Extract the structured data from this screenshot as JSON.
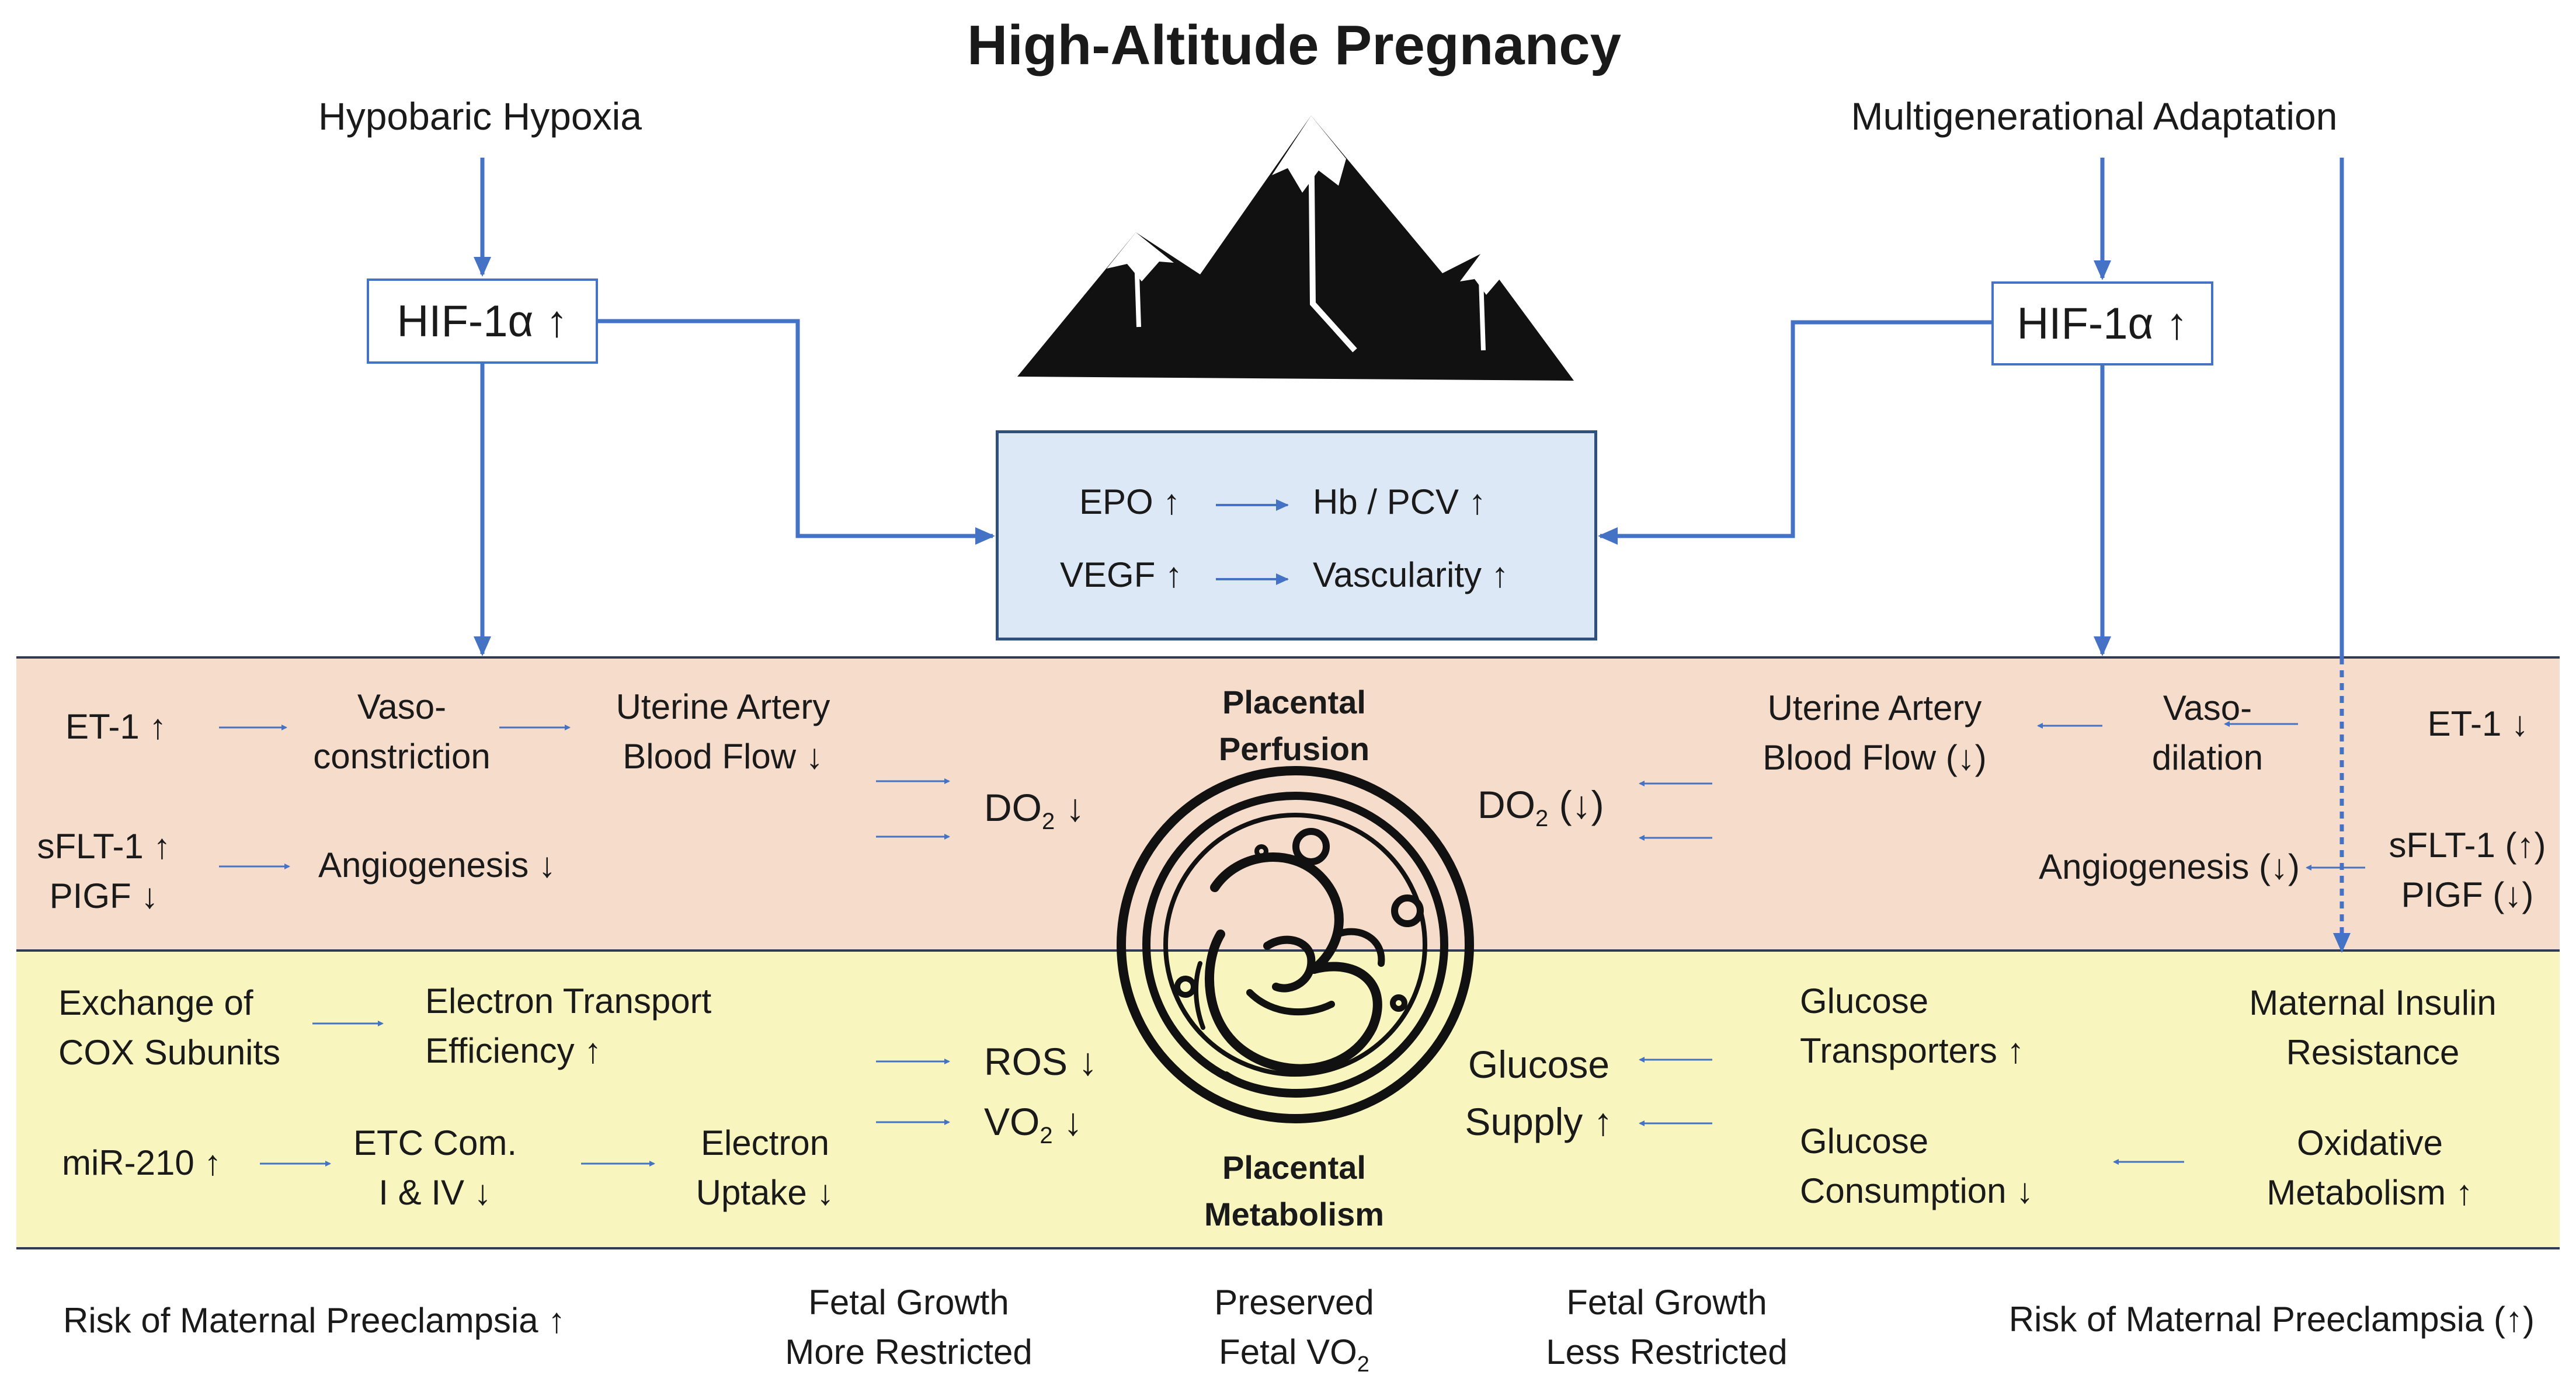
{
  "title": "High-Altitude Pregnancy",
  "colors": {
    "perfusion_band": "#f6dccb",
    "metabolism_band": "#f8f6be",
    "arrow": "#4472c4",
    "box_fill": "#dce8f6"
  },
  "top": {
    "left_label": "Hypobaric Hypoxia",
    "right_label": "Multigenerational Adaptation",
    "hif_left": "HIF-1α ↑",
    "hif_right": "HIF-1α ↑",
    "mountain_icon": "mountains-icon"
  },
  "center_box": {
    "row1_left": "EPO ↑",
    "row1_right": "Hb / PCV ↑",
    "row2_left": "VEGF ↑",
    "row2_right": "Vascularity ↑"
  },
  "perfusion": {
    "title_line1": "Placental",
    "title_line2": "Perfusion",
    "left": {
      "et1": "ET-1 ↑",
      "vaso_line1": "Vaso-",
      "vaso_line2": "constriction",
      "uab_line1": "Uterine Artery",
      "uab_line2": "Blood Flow ↓",
      "sflt": "sFLT-1 ↑",
      "pigf": "PIGF ↓",
      "angio": "Angiogenesis ↓",
      "do2": "DO",
      "do2_sub": "2",
      "do2_arrow": " ↓"
    },
    "right": {
      "et1": "ET-1 ↓",
      "vaso_line1": "Vaso-",
      "vaso_line2": "dilation",
      "uab_line1": "Uterine Artery",
      "uab_line2": "Blood Flow (↓)",
      "sflt": "sFLT-1 (↑)",
      "pigf": "PIGF (↓)",
      "angio": "Angiogenesis (↓)",
      "do2": "DO",
      "do2_sub": "2",
      "do2_arrow": " (↓)"
    }
  },
  "metabolism": {
    "title_line1": "Placental",
    "title_line2": "Metabolism",
    "fetus_icon": "fetus-in-placenta-icon",
    "left": {
      "cox_line1": "Exchange of",
      "cox_line2": "COX Subunits",
      "ete_line1": "Electron Transport",
      "ete_line2": "Efficiency ↑",
      "mir": "miR-210 ↑",
      "etc_line1": "ETC Com.",
      "etc_line2": "I & IV ↓",
      "eu_line1": "Electron",
      "eu_line2": "Uptake ↓",
      "ros": "ROS ↓",
      "vo2": "VO",
      "vo2_sub": "2",
      "vo2_arrow": " ↓"
    },
    "right": {
      "gs_line1": "Glucose",
      "gs_line2": "Supply ↑",
      "gt_line1": "Glucose",
      "gt_line2": "Transporters ↑",
      "mir_line1": "Maternal Insulin",
      "mir_line2": "Resistance",
      "gc_line1": "Glucose",
      "gc_line2": "Consumption ↓",
      "om_line1": "Oxidative",
      "om_line2": "Metabolism ↑"
    }
  },
  "outcomes": {
    "risk_left": "Risk of Maternal Preeclampsia ↑",
    "fgr_left_line1": "Fetal Growth",
    "fgr_left_line2": "More Restricted",
    "vo2_line1": "Preserved",
    "vo2_line2": "Fetal VO",
    "vo2_sub": "2",
    "fgr_right_line1": "Fetal Growth",
    "fgr_right_line2": "Less Restricted",
    "risk_right": "Risk of Maternal Preeclampsia (↑)"
  }
}
